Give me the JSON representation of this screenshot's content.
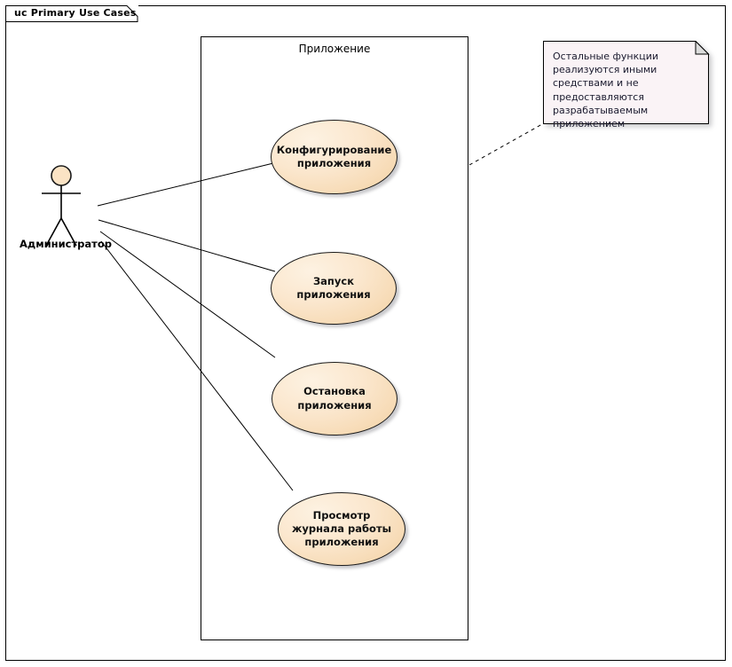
{
  "diagram": {
    "frame_label": "uc Primary Use Cases",
    "boundary_label": "Приложение",
    "actor": {
      "name": "Администратор",
      "icon": "actor-stick-figure"
    },
    "use_cases": [
      {
        "id": "configure",
        "label": "Конфигурирование приложения"
      },
      {
        "id": "start",
        "label": "Запуск приложения"
      },
      {
        "id": "stop",
        "label": "Остановка приложения"
      },
      {
        "id": "viewlog",
        "label": "Просмотр журнала работы приложения"
      }
    ],
    "note": {
      "text": "Остальные функции реализуются иными средствами и не предоставляются разрабатываемым приложением"
    },
    "colors": {
      "usecase_fill_light": "#fdf2e2",
      "usecase_fill_dark": "#f2cf9f",
      "actor_head_fill": "#fbe3c4",
      "note_fill": "#faf3f6",
      "line": "#000000",
      "shadow": "#78788066"
    }
  }
}
